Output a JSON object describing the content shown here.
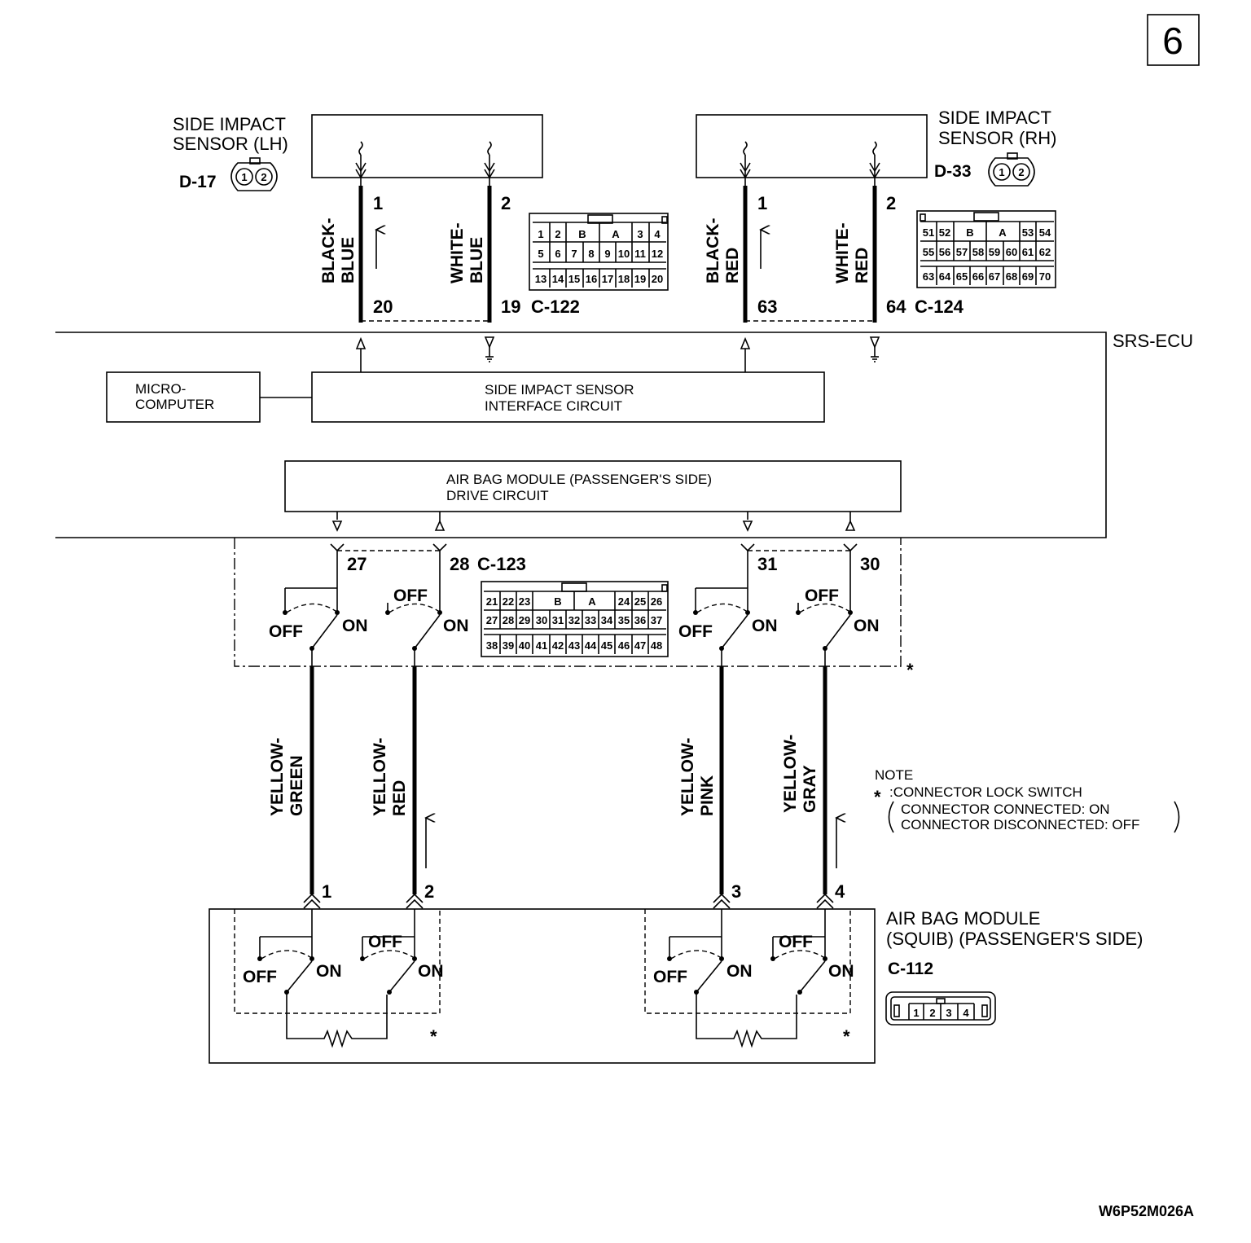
{
  "page_number": "6",
  "figure_id": "W6P52M026A",
  "components": {
    "sensor_lh": {
      "name_line1": "SIDE IMPACT",
      "name_line2": "SENSOR (LH)",
      "connector": "D-17",
      "pins": [
        "1",
        "2"
      ]
    },
    "sensor_rh": {
      "name_line1": "SIDE IMPACT",
      "name_line2": "SENSOR (RH)",
      "connector": "D-33",
      "pins": [
        "1",
        "2"
      ]
    },
    "srs_ecu": {
      "name": "SRS-ECU"
    },
    "microcomputer": {
      "line1": "MICRO-",
      "line2": "COMPUTER"
    },
    "interface_circuit": {
      "line1": "SIDE IMPACT SENSOR",
      "line2": "INTERFACE CIRCUIT"
    },
    "drive_circuit": {
      "line1": "AIR BAG MODULE (PASSENGER'S SIDE)",
      "line2": "DRIVE CIRCUIT"
    },
    "air_bag_module": {
      "line1": "AIR BAG MODULE",
      "line2": "(SQUIB) (PASSENGER'S SIDE)",
      "connector": "C-112",
      "pins": [
        "1",
        "2",
        "3",
        "4"
      ]
    }
  },
  "connectors": {
    "c122": {
      "name": "C-122",
      "row1": [
        "1",
        "2",
        "B",
        "A",
        "3",
        "4"
      ],
      "row2": [
        "5",
        "6",
        "7",
        "8",
        "9",
        "10",
        "11",
        "12"
      ],
      "row3": [
        "13",
        "14",
        "15",
        "16",
        "17",
        "18",
        "19",
        "20"
      ]
    },
    "c124": {
      "name": "C-124",
      "row1": [
        "51",
        "52",
        "B",
        "A",
        "53",
        "54"
      ],
      "row2": [
        "55",
        "56",
        "57",
        "58",
        "59",
        "60",
        "61",
        "62"
      ],
      "row3": [
        "63",
        "64",
        "65",
        "66",
        "67",
        "68",
        "69",
        "70"
      ]
    },
    "c123": {
      "name": "C-123",
      "row1": [
        "21",
        "22",
        "23",
        "B",
        "A",
        "24",
        "25",
        "26"
      ],
      "row2": [
        "27",
        "28",
        "29",
        "30",
        "31",
        "32",
        "33",
        "34",
        "35",
        "36",
        "37"
      ],
      "row3": [
        "38",
        "39",
        "40",
        "41",
        "42",
        "43",
        "44",
        "45",
        "46",
        "47",
        "48"
      ]
    }
  },
  "wires": {
    "w_lh1": {
      "color1": "BLACK-",
      "color2": "BLUE",
      "pin_top": "1",
      "pin_bottom": "20"
    },
    "w_lh2": {
      "color1": "WHITE-",
      "color2": "BLUE",
      "pin_top": "2",
      "pin_bottom": "19"
    },
    "w_rh1": {
      "color1": "BLACK-",
      "color2": "RED",
      "pin_top": "1",
      "pin_bottom": "63"
    },
    "w_rh2": {
      "color1": "WHITE-",
      "color2": "RED",
      "pin_top": "2",
      "pin_bottom": "64"
    },
    "w_ab1": {
      "color1": "YELLOW-",
      "color2": "GREEN",
      "pin_ecu": "27",
      "pin_module": "1"
    },
    "w_ab2": {
      "color1": "YELLOW-",
      "color2": "RED",
      "pin_ecu": "28",
      "pin_module": "2"
    },
    "w_ab3": {
      "color1": "YELLOW-",
      "color2": "PINK",
      "pin_ecu": "31",
      "pin_module": "3"
    },
    "w_ab4": {
      "color1": "YELLOW-",
      "color2": "GRAY",
      "pin_ecu": "30",
      "pin_module": "4"
    }
  },
  "switch_labels": {
    "off": "OFF",
    "on": "ON",
    "asterisk": "*"
  },
  "note": {
    "title": "NOTE",
    "marker": "*",
    "line1": ":CONNECTOR LOCK SWITCH",
    "line2": "CONNECTOR CONNECTED: ON",
    "line3": "CONNECTOR DISCONNECTED: OFF"
  }
}
